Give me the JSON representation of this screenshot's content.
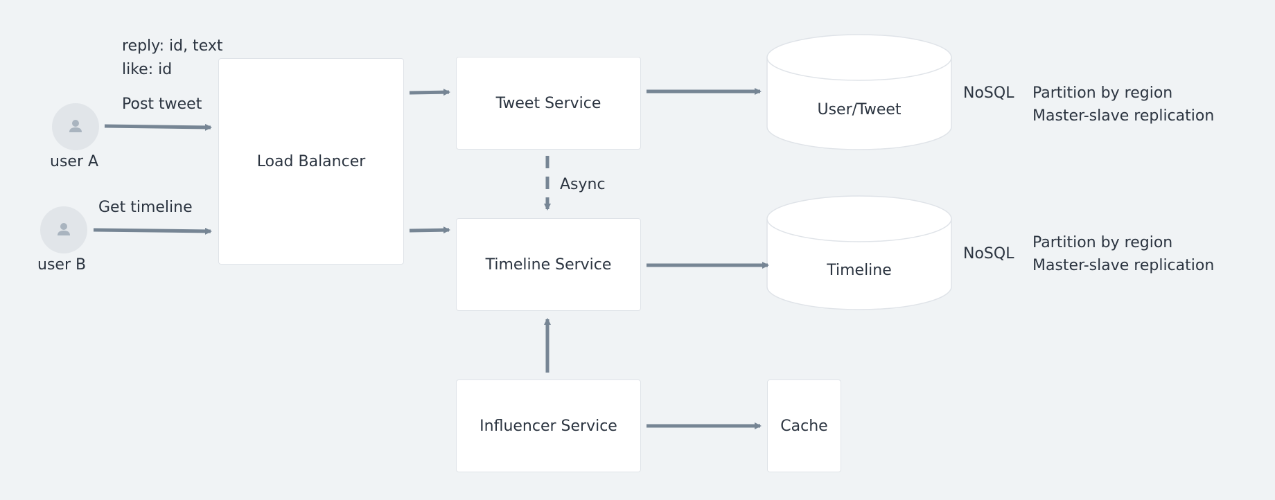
{
  "colors": {
    "background": "#f0f3f5",
    "arrow": "#768594",
    "box": "#ffffff",
    "avatar": "#e1e5e9"
  },
  "users": {
    "a": {
      "label": "user A",
      "icon": "person-icon"
    },
    "b": {
      "label": "user B",
      "icon": "person-icon"
    }
  },
  "edge_labels": {
    "reply": "reply: id, text",
    "like": "like: id",
    "post": "Post tweet",
    "get": "Get timeline",
    "async": "Async"
  },
  "services": {
    "load_balancer": "Load Balancer",
    "tweet": "Tweet Service",
    "timeline": "Timeline Service",
    "influencer": "Influencer Service"
  },
  "stores": {
    "user_tweet": "User/Tweet",
    "timeline": "Timeline",
    "cache": "Cache"
  },
  "store_notes": {
    "user_tweet": {
      "type": "NoSQL",
      "line1": "Partition by region",
      "line2": "Master-slave replication"
    },
    "timeline": {
      "type": "NoSQL",
      "line1": "Partition by region",
      "line2": "Master-slave replication"
    }
  }
}
